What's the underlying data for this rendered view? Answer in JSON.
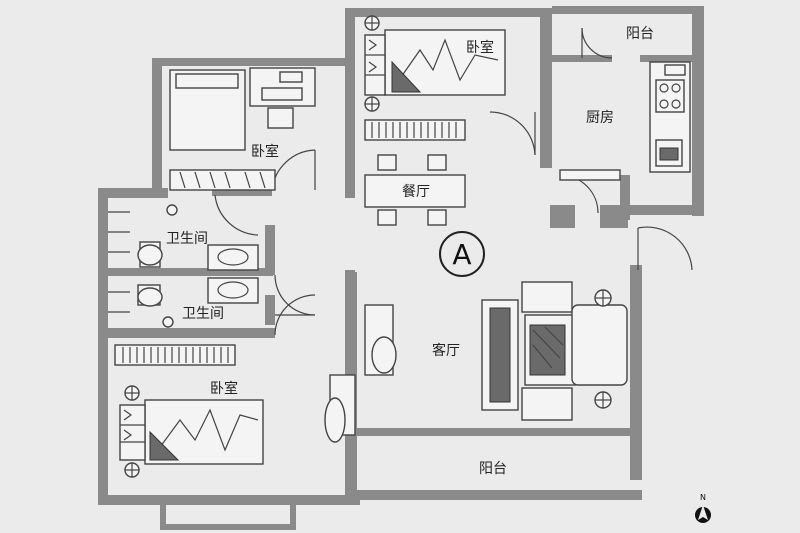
{
  "plan": {
    "unit_mark": "A",
    "compass": "N",
    "rooms": {
      "balcony_top": "阳台",
      "bedroom_top": "卧室",
      "kitchen": "厨房",
      "bedroom_left": "卧室",
      "dining": "餐厅",
      "bathroom_1": "卫生间",
      "bathroom_2": "卫生间",
      "living": "客厅",
      "bedroom_bottom": "卧室",
      "balcony_bottom": "阳台"
    }
  }
}
